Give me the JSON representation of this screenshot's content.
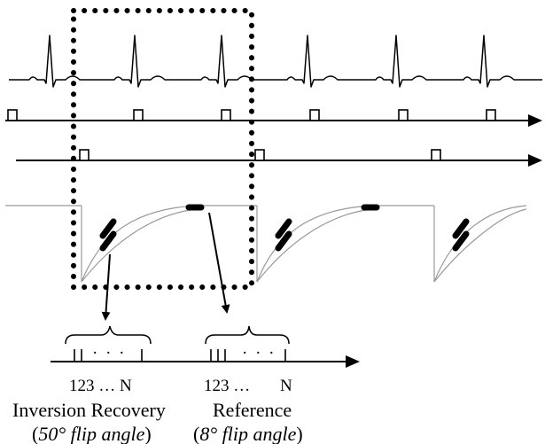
{
  "colors": {
    "stroke": "#000000",
    "background": "#ffffff",
    "recovery_curve": "#9a9a9a"
  },
  "readouts": {
    "left_index_label": "123 … N",
    "right_index_label_numbers": "123 …",
    "right_index_label_n": "N",
    "ellipsis": "· · ·"
  },
  "captions": {
    "left_title": "Inversion Recovery",
    "left_angle_value": "50°",
    "left_angle_text": "flip angle",
    "right_title": "Reference",
    "right_angle_value": "8°",
    "right_angle_text": "flip angle"
  }
}
